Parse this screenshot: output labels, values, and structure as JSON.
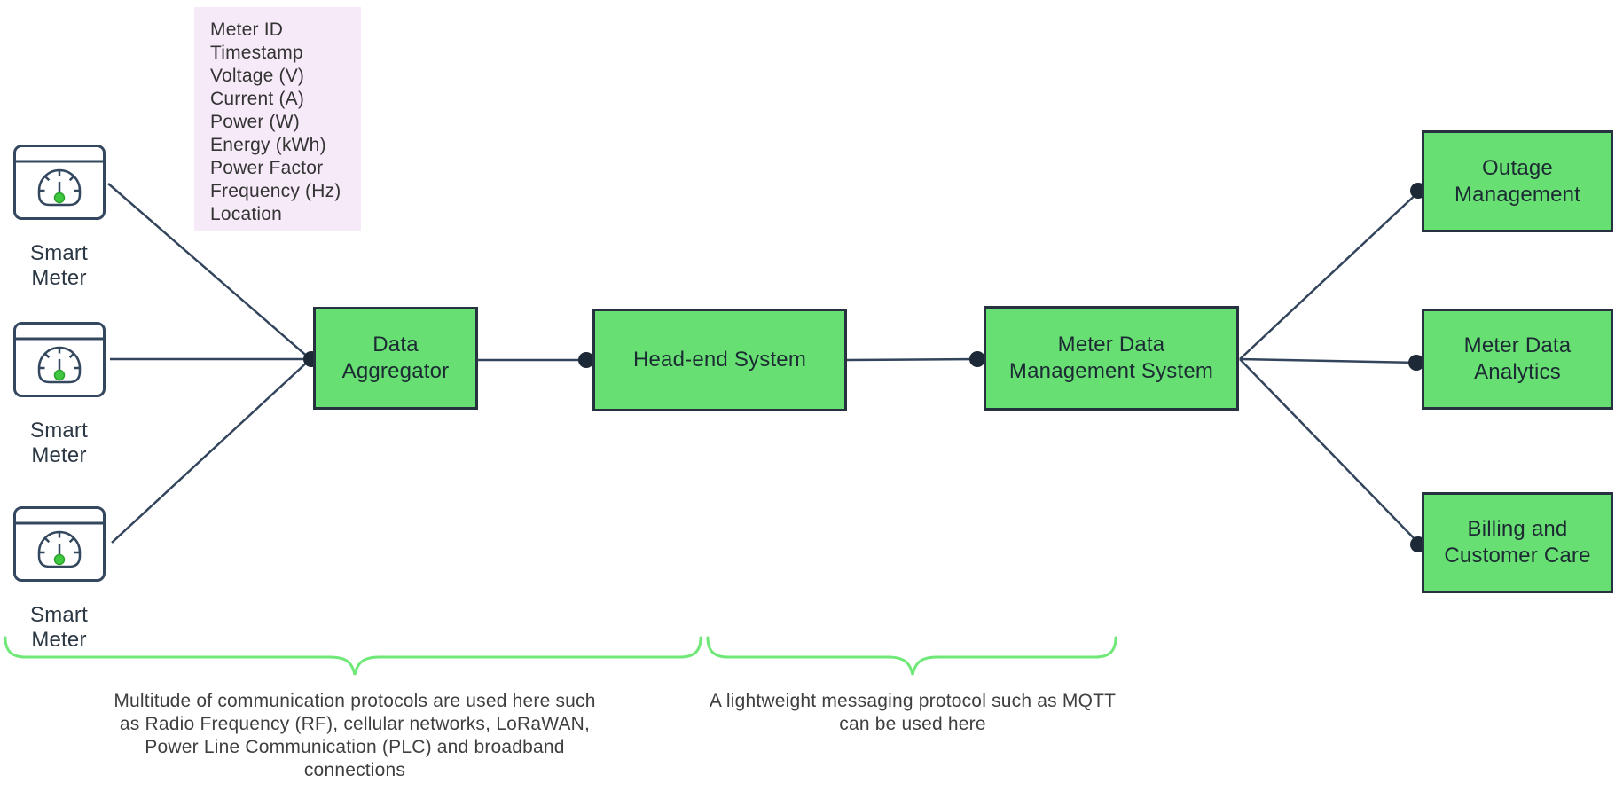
{
  "note": {
    "text": "Meter ID\nTimestamp\nVoltage (V)\nCurrent (A)\nPower (W)\nEnergy (kWh)\nPower Factor\nFrequency (Hz)\nLocation"
  },
  "meters": [
    {
      "label": "Smart Meter"
    },
    {
      "label": "Smart Meter"
    },
    {
      "label": "Smart Meter"
    }
  ],
  "nodes": {
    "data_aggregator": {
      "label": "Data\nAggregator"
    },
    "head_end_system": {
      "label": "Head-end System"
    },
    "mdms": {
      "label": "Meter Data\nManagement System"
    },
    "outage_management": {
      "label": "Outage\nManagement"
    },
    "meter_data_analytics": {
      "label": "Meter Data\nAnalytics"
    },
    "billing_customer_care": {
      "label": "Billing and\nCustomer Care"
    }
  },
  "annotations": {
    "protocols": {
      "text": "Multitude of communication protocols are used here such\nas Radio Frequency (RF), cellular networks, LoRaWAN,\nPower Line Communication (PLC) and broadband\nconnections"
    },
    "mqtt": {
      "text": "A lightweight messaging protocol such as MQTT\ncan be used here"
    }
  },
  "colors": {
    "node_fill": "#67df72",
    "node_border": "#263240",
    "connector": "#33455c",
    "connector_dot": "#1d2936",
    "brace": "#6fe878",
    "note_bg": "#f6e9f8",
    "meter_outline": "#33475e",
    "meter_needle_dot": "#3fc83f"
  }
}
